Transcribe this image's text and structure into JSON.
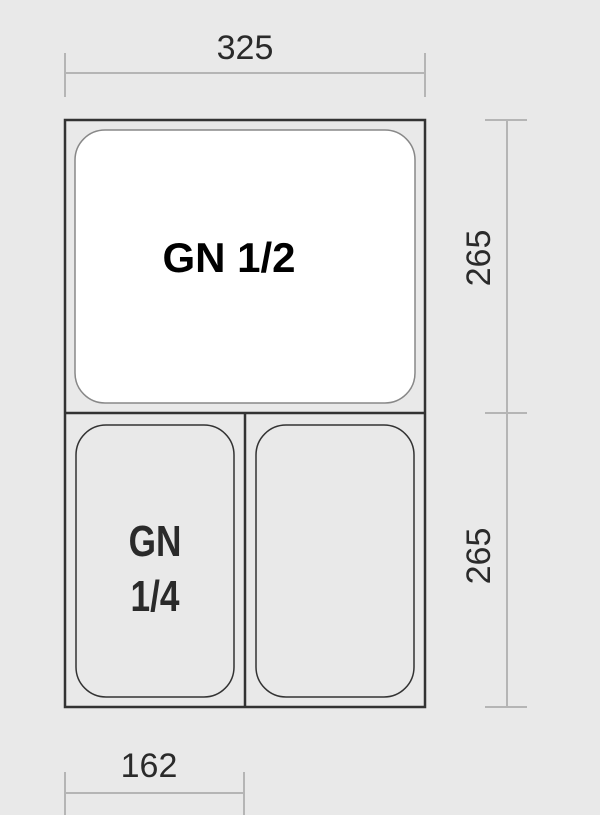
{
  "dimensions": {
    "overall_width": "325",
    "upper_height": "265",
    "lower_height": "265",
    "quarter_width": "162"
  },
  "pans": {
    "half_label": "GN 1/2",
    "quarter_label_line1": "GN",
    "quarter_label_line2": "1/4"
  },
  "colors": {
    "background": "#e9e9e9",
    "outline": "#333333",
    "dimension_line": "#b5b5b5",
    "half_pan_fill": "#ffffff"
  }
}
